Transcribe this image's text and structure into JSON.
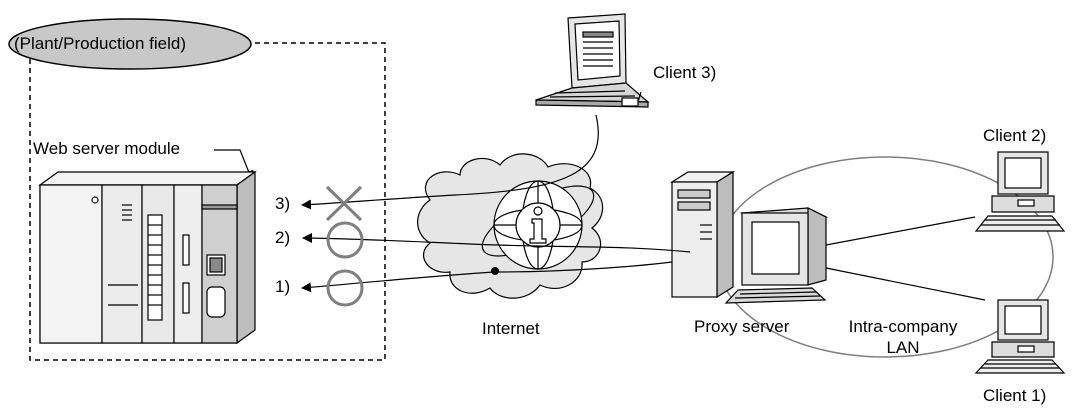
{
  "field_label": "(Plant/Production field)",
  "module_label": "Web server module",
  "routes": [
    {
      "label": "3)",
      "result": "not allowed",
      "symbol": "cross-icon"
    },
    {
      "label": "2)",
      "result": "allowed",
      "symbol": "circle-icon"
    },
    {
      "label": "1)",
      "result": "allowed",
      "symbol": "circle-icon"
    }
  ],
  "internet_label": "Internet",
  "proxy_label": "Proxy server",
  "lan_label": [
    "Intra-company",
    "LAN"
  ],
  "clients": [
    {
      "label": "Client 3)"
    },
    {
      "label": "Client 2)"
    },
    {
      "label": "Client 1)"
    }
  ],
  "colors": {
    "line": "#000000",
    "symbol": "#7f7f7f",
    "field_ellipse": "#c8c8c8",
    "device_fill": "#e8e8e8",
    "cloud_fill": "#e6e6e6"
  }
}
